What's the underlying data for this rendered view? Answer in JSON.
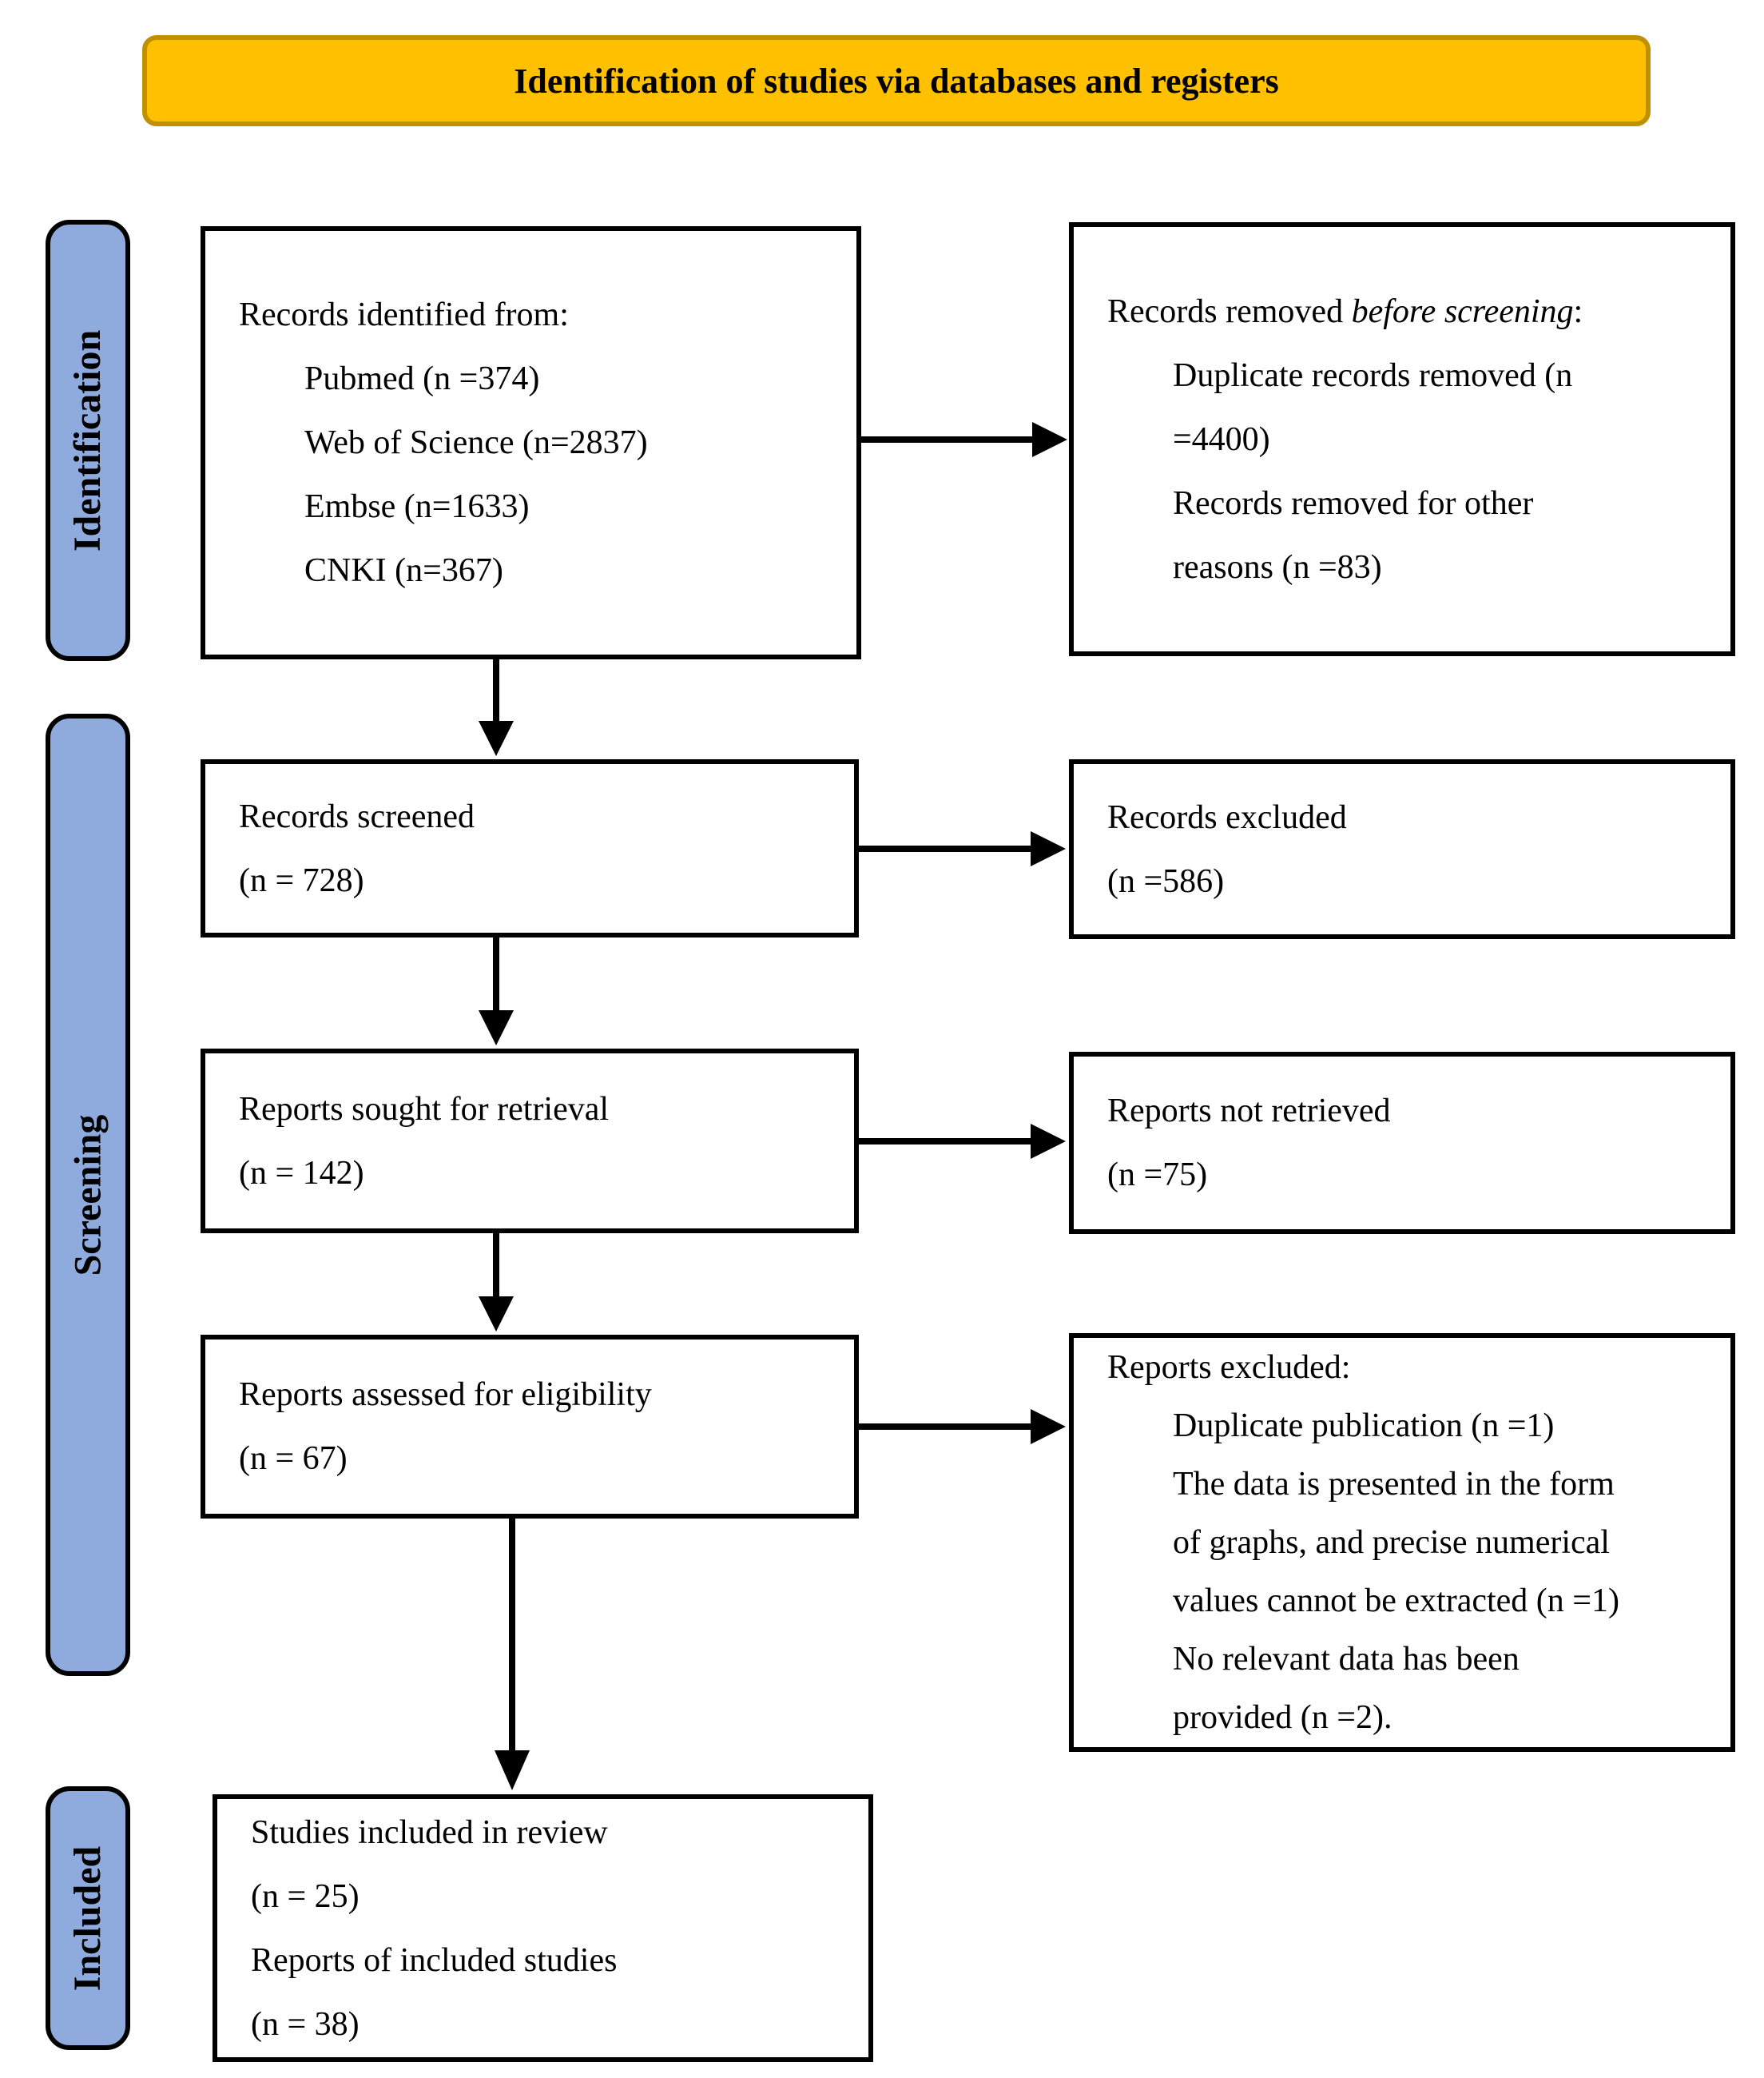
{
  "title": "Identification of studies via databases and registers",
  "stages": {
    "identification": "Identification",
    "screening": "Screening",
    "included": "Included"
  },
  "colors": {
    "banner-bg": "#FFC000",
    "banner-border": "#BF9000",
    "stage-bg": "#8FAADC",
    "line": "#000000"
  },
  "boxes": {
    "records_identified": {
      "title": "Records identified from:",
      "items": [
        "Pubmed (n =374)",
        "Web of Science (n=2837)",
        "Embse (n=1633)",
        "CNKI (n=367)"
      ]
    },
    "records_removed": {
      "title_prefix": "Records removed ",
      "title_italic": "before screening",
      "title_suffix": ":",
      "items": [
        "Duplicate records removed (n",
        "=4400)",
        "Records removed for other",
        "reasons (n =83)"
      ]
    },
    "records_screened": {
      "lines": [
        "Records screened",
        "(n = 728)"
      ]
    },
    "records_excluded": {
      "lines": [
        "Records excluded",
        "(n =586)"
      ]
    },
    "reports_sought": {
      "lines": [
        "Reports sought for retrieval",
        "(n = 142)"
      ]
    },
    "reports_not_retrieved": {
      "lines": [
        "Reports not retrieved",
        "(n =75)"
      ]
    },
    "reports_assessed": {
      "lines": [
        "Reports assessed for eligibility",
        "(n = 67)"
      ]
    },
    "reports_excluded": {
      "title": "Reports excluded:",
      "items": [
        "Duplicate publication (n =1)",
        "The data is presented in the form",
        "of graphs, and precise numerical",
        "values cannot be extracted (n =1)",
        "No relevant data has been",
        "provided (n =2)."
      ]
    },
    "studies_included": {
      "lines": [
        "Studies included in review",
        "(n = 25)",
        "Reports of included studies",
        "(n = 38)"
      ]
    }
  }
}
